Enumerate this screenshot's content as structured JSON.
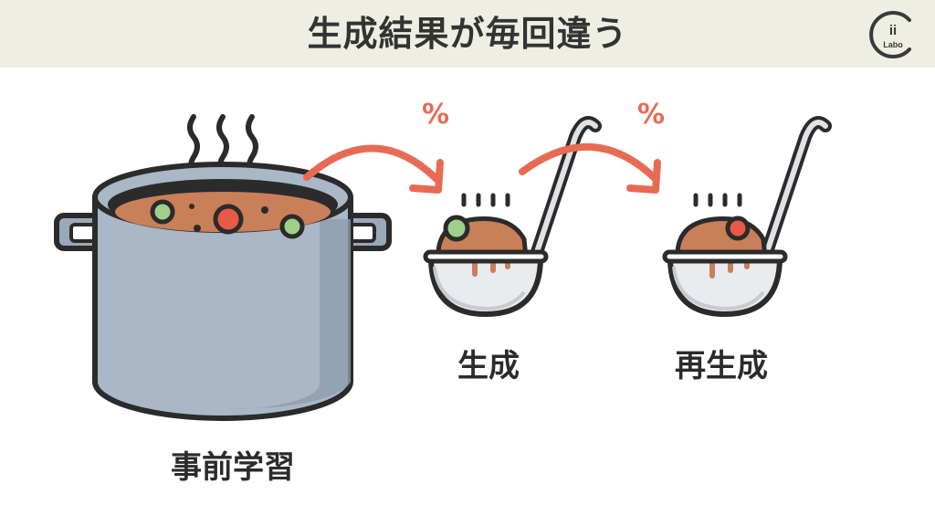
{
  "header": {
    "title": "生成結果が毎回違う"
  },
  "logo": {
    "icon": "chii-labo-logo-icon",
    "text_top": "ii",
    "text_bottom": "Labo",
    "letter": "C"
  },
  "labels": {
    "pretrain": "事前学習",
    "generate": "生成",
    "regenerate": "再生成"
  },
  "arrows": {
    "first_symbol": "%",
    "second_symbol": "%"
  },
  "icons": [
    "stew-pot-icon",
    "ladle-icon",
    "arrow-icon",
    "steam-icon"
  ],
  "colors": {
    "header_bg": "#efeee2",
    "arrow": "#e76b54",
    "pot": "#a9b7c6",
    "stew": "#c97f58",
    "green_veg": "#9ed08a",
    "red_veg": "#e85a48",
    "outline": "#2b2b2b"
  }
}
